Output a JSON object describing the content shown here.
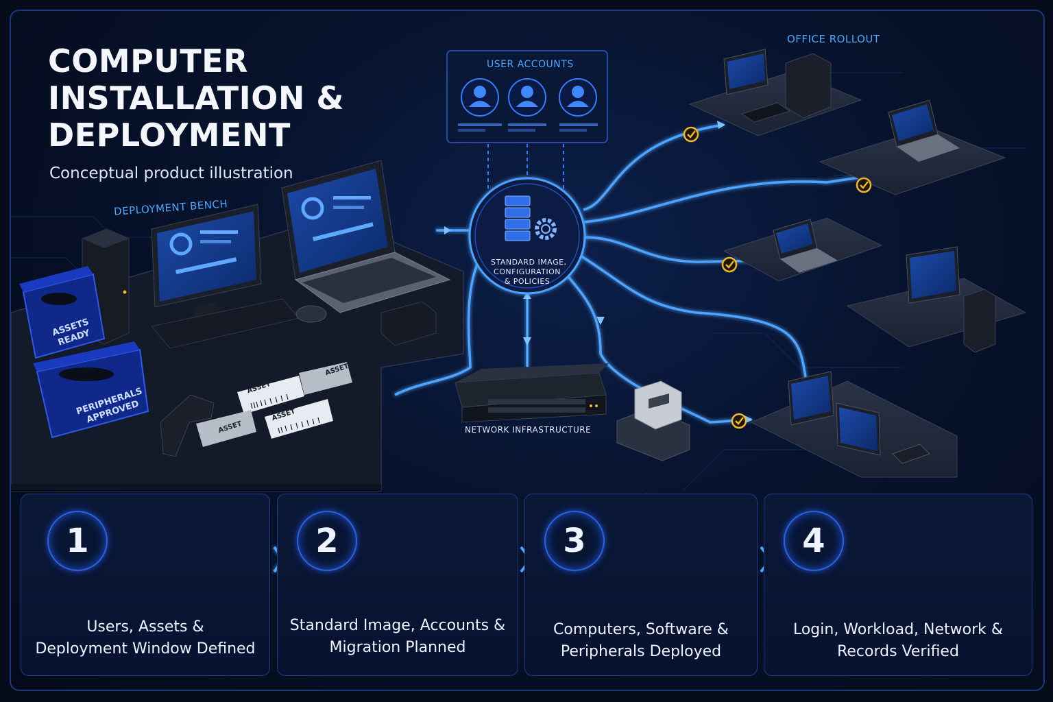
{
  "header": {
    "title_line1": "COMPUTER",
    "title_line2": "INSTALLATION &",
    "title_line3": "DEPLOYMENT",
    "subtitle": "Conceptual product illustration"
  },
  "labels": {
    "deployment_bench": "DEPLOYMENT BENCH",
    "user_accounts": "USER ACCOUNTS",
    "office_rollout": "OFFICE ROLLOUT",
    "hub_line1": "STANDARD IMAGE,",
    "hub_line2": "CONFIGURATION",
    "hub_line3": "& POLICIES",
    "network": "NETWORK INFRASTRUCTURE"
  },
  "bench": {
    "box1_line1": "ASSETS",
    "box1_line2": "READY",
    "box2_line1": "PERIPHERALS",
    "box2_line2": "APPROVED",
    "tag": "ASSET"
  },
  "steps": [
    {
      "number": "1",
      "line1": "Users, Assets &",
      "line2": "Deployment Window Defined"
    },
    {
      "number": "2",
      "line1": "Standard Image, Accounts &",
      "line2": "Migration Planned"
    },
    {
      "number": "3",
      "line1": "Computers, Software &",
      "line2": "Peripherals Deployed"
    },
    {
      "number": "4",
      "line1": "Login, Workload, Network &",
      "line2": "Records Verified"
    }
  ],
  "colors": {
    "accent": "#3a8cff",
    "glow": "#5fb0ff",
    "check": "#f2b632",
    "background": "#050b1a"
  }
}
